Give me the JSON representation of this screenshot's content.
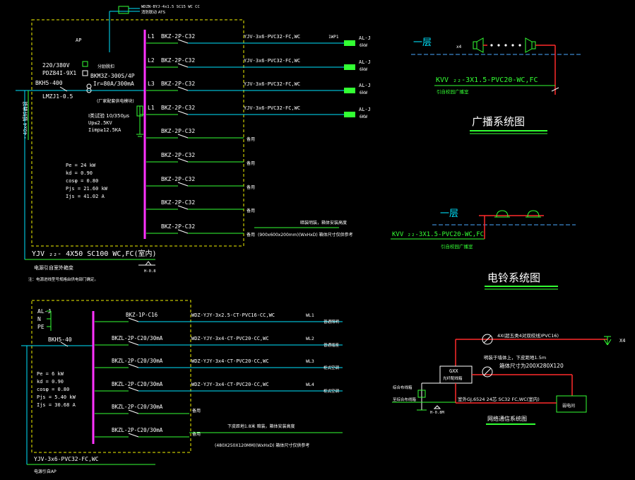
{
  "colors": {
    "background": "#000000",
    "cyan": "#00e5ff",
    "white": "#ffffff",
    "magenta": "#ff33ff",
    "green": "#33ff33",
    "red": "#ff2a2a",
    "yellow": "#f2f200",
    "blue": "#4aa8ff"
  },
  "panel_ap": {
    "name": "AP",
    "top_feed": "WDZN-BYJ-4x1.5 SC15 WC CC",
    "top_feed_sub": "消防联动 ATS",
    "input_voltage": "220/380V",
    "panel_code": "PDZ84I-9X1",
    "main_breaker": "BKH5-400",
    "cable_sub": "LMZJ1-0.5",
    "spd_title": "分励脱扣",
    "spd_model": "BKM3Z-300S/4P",
    "spd_rating": "Ir=80A/300mA",
    "spd_note": "(厂家配套供电模块)",
    "surge_1": "I类试验 10/350μs",
    "surge_2": "Up≤2.5KV",
    "surge_3": "Iimp≥12.5KA",
    "vertical_cable": "- 40x4 镀锌扁钢",
    "calc": [
      "Pe = 24 kW",
      "kd = 0.90",
      "cosφ = 0.80",
      "Pjs = 21.60 kW",
      "Ijs = 41.02 A"
    ],
    "circuits": [
      {
        "phase": "L1",
        "breaker": "BKZ-2P-C32",
        "cable": "YJV-3x6-PVC32-FC,WC",
        "dest": "AL-J",
        "load": "6kW",
        "tag": "1WP1"
      },
      {
        "phase": "L2",
        "breaker": "BKZ-2P-C32",
        "cable": "YJV-3x6-PVC32-FC,WC",
        "dest": "AL-J",
        "load": "6kW",
        "tag": ""
      },
      {
        "phase": "L3",
        "breaker": "BKZ-2P-C32",
        "cable": "YJV-3x6-PVC32-FC,WC",
        "dest": "AL-J",
        "load": "6kW",
        "tag": ""
      },
      {
        "phase": "L1",
        "breaker": "BKZ-2P-C32",
        "cable": "YJV-3x6-PVC32-FC,WC",
        "dest": "AL-J",
        "load": "6KW",
        "tag": ""
      },
      {
        "phase": "",
        "breaker": "BKZ-2P-C32",
        "cable": "",
        "dest": "备用",
        "load": "",
        "tag": ""
      },
      {
        "phase": "",
        "breaker": "BKZ-2P-C32",
        "cable": "",
        "dest": "备用",
        "load": "",
        "tag": ""
      },
      {
        "phase": "",
        "breaker": "BKZ-2P-C32",
        "cable": "",
        "dest": "备用",
        "load": "",
        "tag": ""
      },
      {
        "phase": "",
        "breaker": "BKZ-2P-C32",
        "cable": "",
        "dest": "备用",
        "load": "",
        "tag": ""
      },
      {
        "phase": "",
        "breaker": "BKZ-2P-C32",
        "cable": "",
        "dest": "备用",
        "load": "",
        "tag": ""
      }
    ],
    "note_top": "暗装明装，箱体安装高度",
    "note_size": "(900x600x200mm)(WxHxD) 箱体尺寸仅供参考",
    "feeder": "YJV ₂₂- 4X50 SC100 WC,FC(室内)",
    "feeder_note": "电源引自室外箱变",
    "height": "H-0.8",
    "remark": "注：电源进线型号规格由供电部门确定。"
  },
  "panel_alj": {
    "name": "AL-J",
    "n": "N",
    "pe": "PE",
    "main_breaker": "BKH5-40",
    "calc": [
      "Pe = 6 kW",
      "kd = 0.90",
      "cosφ = 0.80",
      "Pjs = 5.40 kW",
      "Ijs = 30.68 A"
    ],
    "circuits": [
      {
        "breaker": "BKZ-1P-C16",
        "cable": "WDZ-YJY-3x2.5-CT-PVC16-CC,WC",
        "wl": "WL1",
        "dest": "普通照明"
      },
      {
        "breaker": "BKZL-2P-C20/30mA",
        "cable": "WDZ-YJY-3x4-CT-PVC20-CC,WC",
        "wl": "WL2",
        "dest": "普通插座"
      },
      {
        "breaker": "BKZL-2P-C20/30mA",
        "cable": "WDZ-YJY-3x4-CT-PVC20-CC,WC",
        "wl": "WL3",
        "dest": "柜式空调"
      },
      {
        "breaker": "BKZL-2P-C20/30mA",
        "cable": "WDZ-YJY-3x4-CT-PVC20-CC,WC",
        "wl": "WL4",
        "dest": "柜式空调"
      },
      {
        "breaker": "BKZL-2P-C20/30mA",
        "cable": "",
        "wl": "",
        "dest": "备用"
      },
      {
        "breaker": "BKZL-2P-C20/30mA",
        "cable": "",
        "wl": "",
        "dest": "备用"
      }
    ],
    "note_top": "下皮距地1.8米 暗装，箱体安装高度",
    "note_size": "(480X250X120MM)(WxHxD) 箱体尺寸仅供参考",
    "feeder": "YJV-3x6-PVC32-FC,WC",
    "feeder_note": "电源引自AP"
  },
  "broadcast": {
    "floor": "一层",
    "count": "x4",
    "cable": "KVV ₂₂-3X1.5-PVC20-WC,FC",
    "source": "引自校园广播室",
    "title": "广播系统图"
  },
  "bell": {
    "floor": "一层",
    "cable": "KVV ₂₂-3X1.5-PVC20-WC,FC",
    "source": "引自校园广播室",
    "title": "电铃系统图"
  },
  "network": {
    "box_line1": "GXX",
    "box_line2": "光纤配线箱",
    "cable_top": "4X(超五类4对双绞线)PVC16)",
    "x4": "X4",
    "note1": "明装于墙体上，下皮距地1.5m",
    "note2": "箱体尺寸为200X280X120",
    "bottom_cable": "室外GJ,6524 24芯 SC32 FC,WC(室内)",
    "left1": "综合布线箱",
    "left2": "至综合布线箱",
    "height": "H-0.8M",
    "right_box": "弱电间",
    "title": "网络通信系统图"
  }
}
